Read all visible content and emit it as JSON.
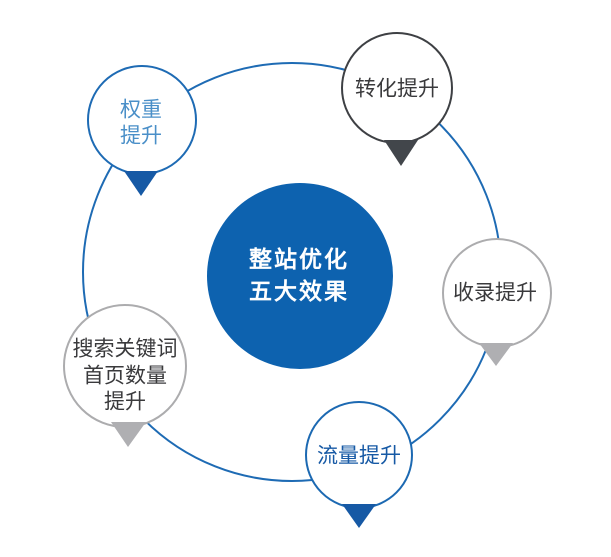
{
  "diagram": {
    "background_color": "#FFFFFF",
    "ring": {
      "color": "#1E6BB4"
    },
    "center": {
      "label": "整站优化五大效果",
      "lines": [
        "整站优化",
        "五大效果"
      ],
      "fill": "#0D62AF",
      "text_color": "#FFFFFF"
    },
    "nodes": [
      {
        "label": "权重提升",
        "lines": [
          "权重",
          "提升"
        ],
        "border_color": "#1E6BB4",
        "text_color": "#4A8FC8",
        "pointer_color": "#1659A5"
      },
      {
        "label": "转化提升",
        "lines": [
          "转化提升"
        ],
        "border_color": "#3E4044",
        "text_color": "#3A3A3C",
        "pointer_color": "#42464B"
      },
      {
        "label": "收录提升",
        "lines": [
          "收录提升"
        ],
        "border_color": "#ACACAE",
        "text_color": "#3A3A3C",
        "pointer_color": "#AFAFB2"
      },
      {
        "label": "流量提升",
        "lines": [
          "流量提升"
        ],
        "border_color": "#1C69B2",
        "text_color": "#1659A5",
        "pointer_color": "#1659A5"
      },
      {
        "label": "搜索关键词首页数量提升",
        "lines": [
          "搜索关键词",
          "首页数量",
          "提升"
        ],
        "border_color": "#ACACAE",
        "text_color": "#3A3A3C",
        "pointer_color": "#AFAFB2"
      }
    ]
  }
}
